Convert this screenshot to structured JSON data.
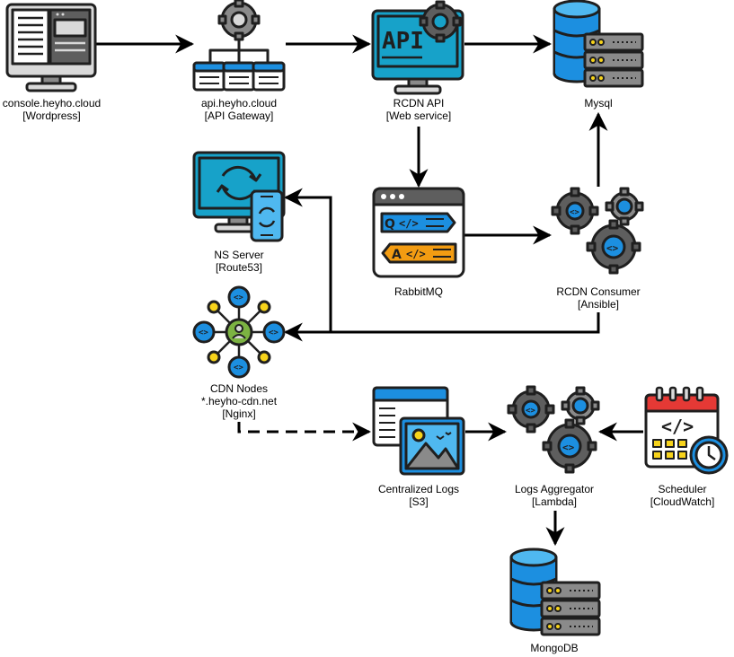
{
  "nodes": {
    "console": {
      "line1": "console.heyho.cloud",
      "line2": "[Wordpress]"
    },
    "api_gateway": {
      "line1": "api.heyho.cloud",
      "line2": "[API Gateway]"
    },
    "rcdn_api": {
      "line1": "RCDN API",
      "line2": "[Web service]"
    },
    "mysql": {
      "line1": "Mysql"
    },
    "ns_server": {
      "line1": "NS Server",
      "line2": "[Route53]"
    },
    "rabbitmq": {
      "line1": "RabbitMQ"
    },
    "rcdn_consumer": {
      "line1": "RCDN Consumer",
      "line2": "[Ansible]"
    },
    "cdn_nodes": {
      "line1": "CDN Nodes",
      "line2": "*.heyho-cdn.net",
      "line3": "[Nginx]"
    },
    "central_logs": {
      "line1": "Centralized Logs",
      "line2": "[S3]"
    },
    "logs_aggregator": {
      "line1": "Logs Aggregator",
      "line2": "[Lambda]"
    },
    "scheduler": {
      "line1": "Scheduler",
      "line2": "[CloudWatch]"
    },
    "mongodb": {
      "line1": "MongoDB"
    }
  },
  "icons": {
    "console": "monitor-website-icon",
    "api_gateway": "gear-network-icon",
    "rcdn_api": "api-monitor-icon",
    "mysql": "database-server-icon",
    "ns_server": "sync-devices-icon",
    "rabbitmq": "message-queue-icon",
    "rcdn_consumer": "gears-code-icon",
    "cdn_nodes": "network-hub-icon",
    "central_logs": "log-image-icon",
    "logs_aggregator": "gears-code-icon",
    "scheduler": "calendar-clock-icon",
    "mongodb": "database-server-icon"
  },
  "colors": {
    "outline": "#1f1f1f",
    "blue": "#1c8fe0",
    "light_blue": "#4fb8f0",
    "grey": "#8a8a8a",
    "dark_grey": "#5e5e5e",
    "light_grey": "#d9d9d9",
    "teal": "#17a2c9",
    "orange": "#f39c12",
    "yellow": "#f7d31b",
    "green": "#7cb342",
    "red": "#e53935",
    "arrow": "#000000"
  }
}
